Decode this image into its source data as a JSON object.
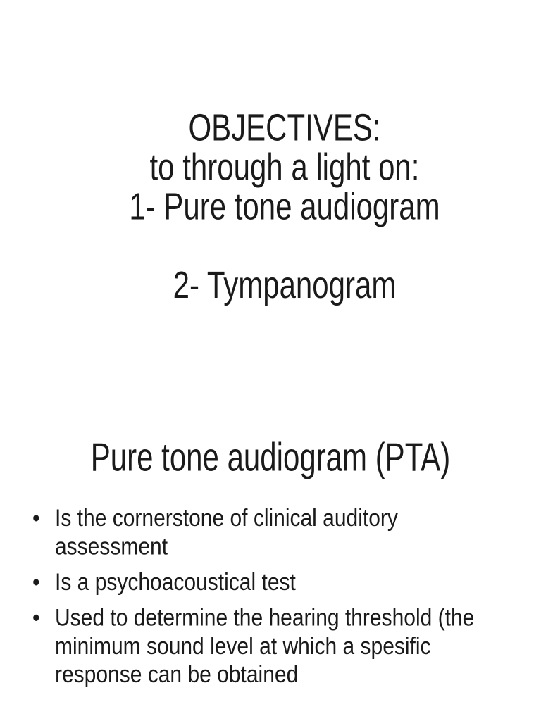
{
  "page": {
    "background_color": "#ffffff",
    "text_color": "#1a1a1a"
  },
  "title_block": {
    "lines": [
      "OBJECTIVES:",
      "to through a light on:",
      "1- Pure tone audiogram",
      "",
      "2- Tympanogram"
    ]
  },
  "section": {
    "heading": "Pure tone audiogram (PTA)"
  },
  "bullet_list": {
    "marker": "•",
    "items": [
      {
        "text": "Is the cornerstone of clinical auditory assessment"
      },
      {
        "text": "Is a psychoacoustical test"
      },
      {
        "text": "Used to determine the hearing threshold (the minimum sound level at which a spesific response can be obtained"
      }
    ]
  }
}
